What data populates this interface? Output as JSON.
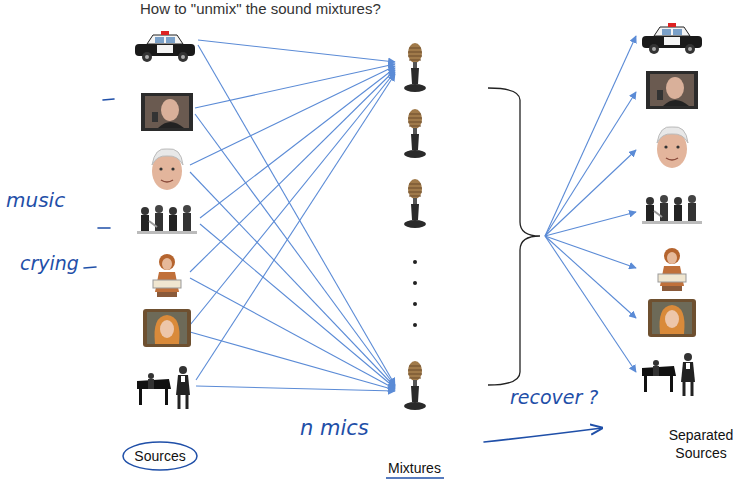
{
  "diagram": {
    "title": "How to \"unmix\" the sound mixtures?",
    "nodes": [
      {
        "text": [
          "Sources"
        ]
      }
    ],
    "labels": [
      "music",
      "crying",
      "n mics",
      "recover ?",
      "Mixtures",
      "Separated Sources"
    ]
  }
}
